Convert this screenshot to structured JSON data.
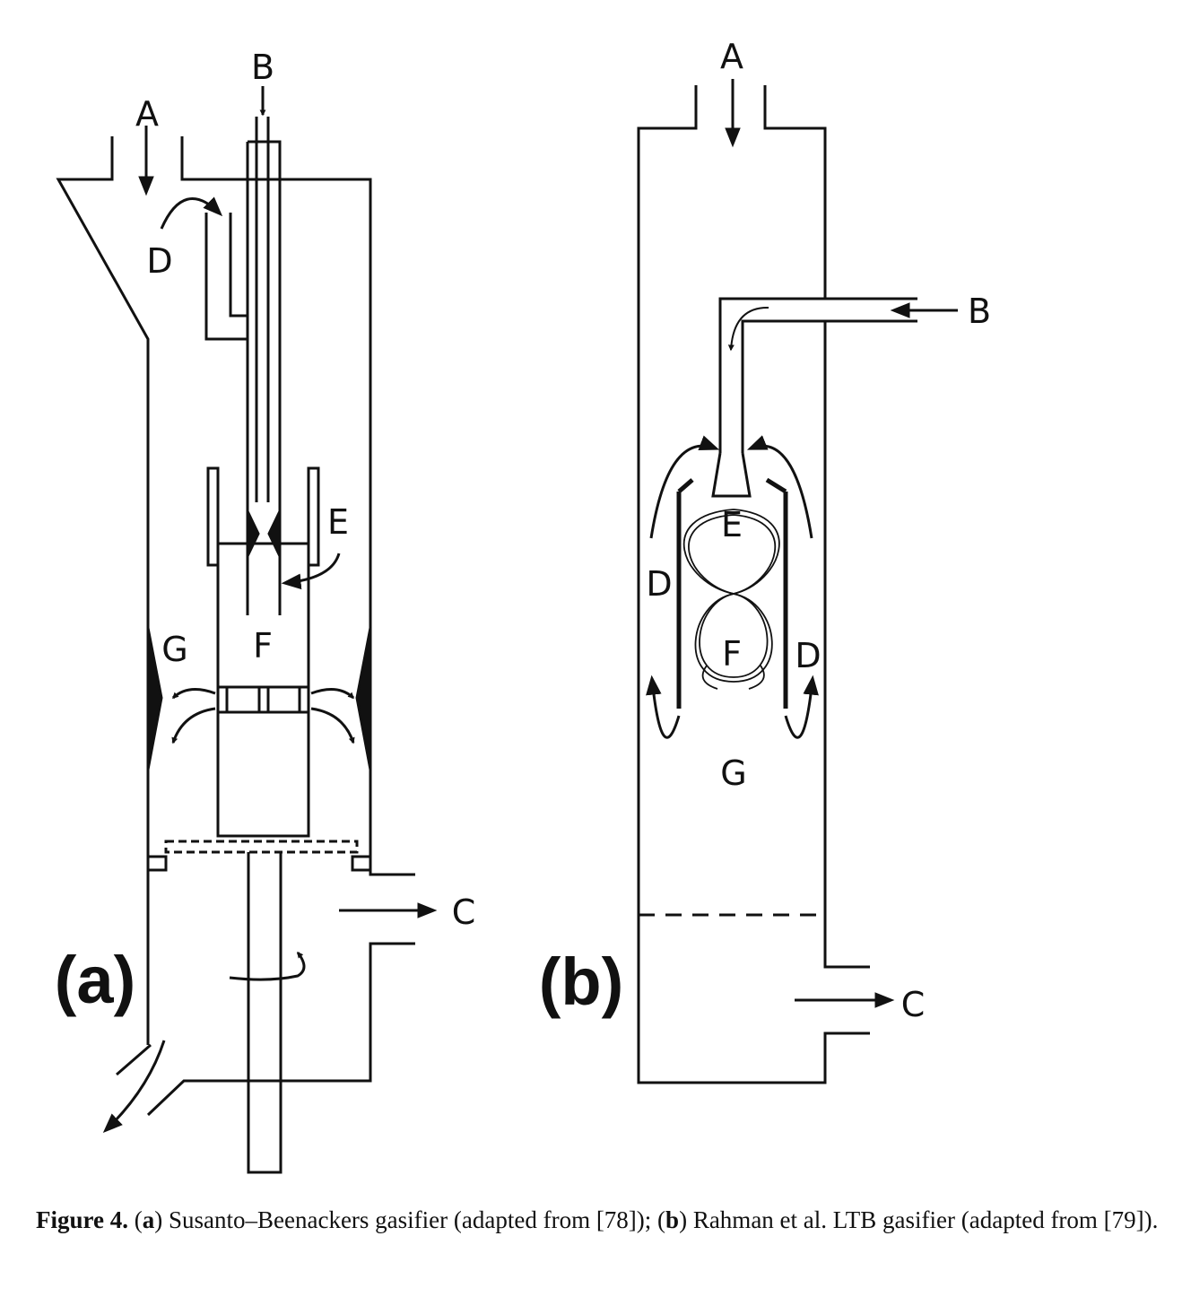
{
  "diagram_a": {
    "panel_label": "(a)",
    "labels": {
      "A": "A",
      "B": "B",
      "C": "C",
      "D": "D",
      "E": "E",
      "F": "F",
      "G": "G"
    }
  },
  "diagram_b": {
    "panel_label": "(b)",
    "labels": {
      "A": "A",
      "B": "B",
      "C": "C",
      "D_left": "D",
      "D_right": "D",
      "E": "E",
      "F": "F",
      "G": "G"
    }
  },
  "caption": {
    "figure_label": "Figure 4.",
    "open_a": " (",
    "a_letter": "a",
    "text_a": ") Susanto–Beenackers gasifier (adapted from [78]); (",
    "b_letter": "b",
    "text_b": ") Rahman et al. LTB gasifier (adapted from [79])."
  },
  "colors": {
    "ink": "#111111",
    "background": "#ffffff"
  }
}
